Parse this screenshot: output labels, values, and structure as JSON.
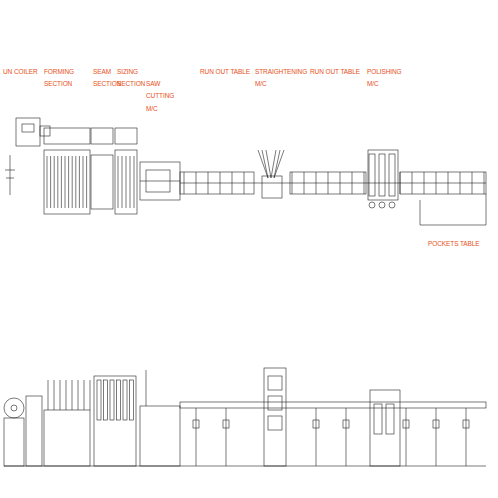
{
  "diagram": {
    "labels": [
      "UN COILER",
      "FORMING SECTION",
      "SEAM SECTION",
      "SIZING SECTION",
      "SAW CUTTING M/C",
      "RUN OUT TABLE",
      "STRAIGHTENING M/C",
      "RUN OUT TABLE",
      "POLISHING M/C",
      "POCKETS TABLE"
    ]
  }
}
